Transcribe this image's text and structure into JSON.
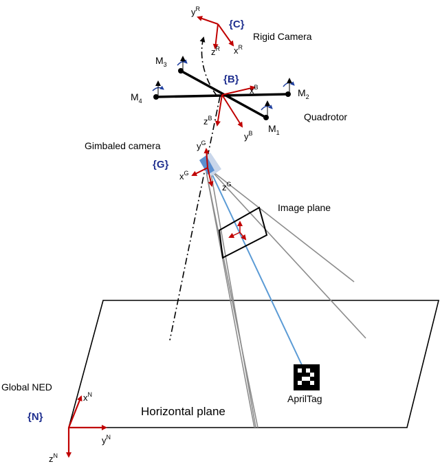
{
  "colors": {
    "axis": "#c00000",
    "frame_label": "#1f2f8f",
    "ray": "#5b9bd5",
    "frustum": "#8c8c8c",
    "rotor": "#1f3f9f"
  },
  "frames": {
    "C": "{C}",
    "B": "{B}",
    "G": "{G}",
    "N": "{N}"
  },
  "labels": {
    "rigid_camera": "Rigid Camera",
    "quadrotor": "Quadrotor",
    "gimbaled_camera": "Gimbaled camera",
    "image_plane": "Image plane",
    "apriltag": "AprilTag",
    "global_ned": "Global NED",
    "horizontal_plane": "Horizontal plane"
  },
  "axes": {
    "R": {
      "x": "x",
      "y": "y",
      "z": "z",
      "sup": "R"
    },
    "B": {
      "x": "x",
      "y": "y",
      "z": "z",
      "sup": "B"
    },
    "G": {
      "x": "x",
      "y": "y",
      "z": "z",
      "sup": "G"
    },
    "N": {
      "x": "x",
      "y": "y",
      "z": "z",
      "sup": "N"
    }
  },
  "motors": {
    "m1": {
      "name": "M",
      "sub": "1"
    },
    "m2": {
      "name": "M",
      "sub": "2"
    },
    "m3": {
      "name": "M",
      "sub": "3"
    },
    "m4": {
      "name": "M",
      "sub": "4"
    }
  }
}
